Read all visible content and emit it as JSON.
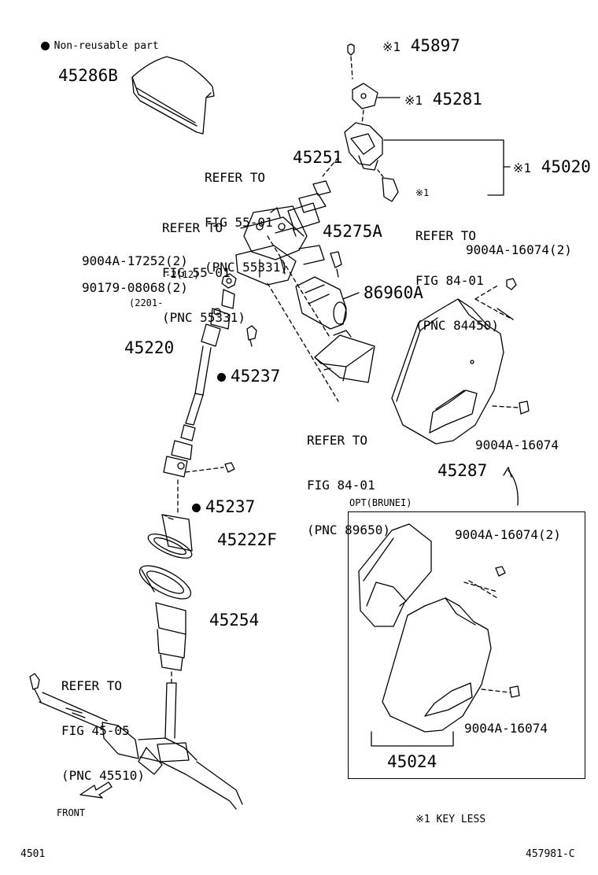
{
  "legend": {
    "bullet_text": "Non-reusable part"
  },
  "parts": {
    "p45286B": "45286B",
    "p45897": "45897",
    "p45281": "45281",
    "p45020": "45020",
    "p45251": "45251",
    "p45275A": "45275A",
    "p86960A": "86960A",
    "p45220": "45220",
    "p45237a": "45237",
    "p45237b": "45237",
    "p45222F": "45222F",
    "p45254": "45254",
    "p45287": "45287",
    "p45024": "45024",
    "p9004A17252": "9004A-17252(2)",
    "p9017908068": "90179-08068(2)",
    "sub_2112": "-2(12)",
    "sub_2201": "(2201-",
    "p9004A16074_2_top": "9004A-16074(2)",
    "p9004A16074_top": "9004A-16074",
    "p9004A16074_2_opt": "9004A-16074(2)",
    "p9004A16074_opt": "9004A-16074"
  },
  "marks": {
    "keyless_mark": "※1"
  },
  "refs": {
    "ref1": {
      "l1": "REFER TO",
      "l2": "FIG 55-01",
      "l3": "(PNC 55331)"
    },
    "ref2": {
      "l1": "REFER TO",
      "l2": "FIG 55-01",
      "l3": "(PNC 55331)"
    },
    "ref3": {
      "l0": "※1",
      "l1": "REFER TO",
      "l2": "FIG 84-01",
      "l3": "(PNC 84450)"
    },
    "ref4": {
      "l1": "REFER TO",
      "l2": "FIG 84-01",
      "l3": "(PNC 89650)"
    },
    "ref5": {
      "l1": "REFER TO",
      "l2": "FIG 45-05",
      "l3": "(PNC 45510)"
    }
  },
  "opt_box": {
    "title": "OPT(BRUNEI)"
  },
  "front_label": "FRONT",
  "footnote": "※1 KEY LESS",
  "footer": {
    "left": "4501",
    "right": "457981-C"
  }
}
